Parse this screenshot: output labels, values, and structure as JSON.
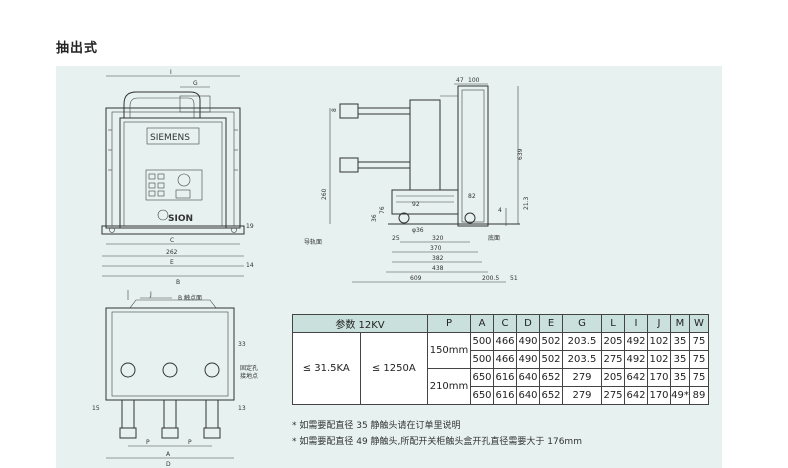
{
  "page": {
    "title": "抽出式"
  },
  "figure": {
    "front": {
      "brand": "SIEMENS",
      "model": "SION",
      "dims": {
        "I": "I",
        "G": "G",
        "C": "C",
        "B": "B",
        "E": "E",
        "d262": "262",
        "d14": "14",
        "d19": "19"
      }
    },
    "side": {
      "d47": "47",
      "d100": "100",
      "d8": "8",
      "d639": "639",
      "d260": "260",
      "d76": "76",
      "d92": "92",
      "d25": "25",
      "d36": "φ36",
      "d320": "320",
      "d370": "370",
      "d382": "382",
      "d438": "438",
      "d609": "609",
      "d2005": "200.5",
      "d51": "51",
      "d4": "4",
      "d213": "21.3",
      "d82": "82",
      "guide": "导轨面",
      "base": "底面",
      "d36b": "36"
    },
    "top": {
      "J": "J",
      "d33": "33",
      "d15": "15",
      "d13": "13",
      "P": "P",
      "A": "A",
      "D": "D",
      "label1": "B 触点面",
      "label2": "固定孔",
      "label3": "接地点"
    }
  },
  "table": {
    "headers": [
      "参数 12KV",
      "P",
      "A",
      "C",
      "D",
      "E",
      "G",
      "L",
      "I",
      "J",
      "M",
      "W"
    ],
    "current1": "≤ 31.5KA",
    "current2": "≤ 1250A",
    "groups": [
      {
        "P": "150mm",
        "rows": [
          [
            "500",
            "466",
            "490",
            "502",
            "203.5",
            "205",
            "492",
            "102",
            "35",
            "75"
          ],
          [
            "500",
            "466",
            "490",
            "502",
            "203.5",
            "275",
            "492",
            "102",
            "35",
            "75"
          ]
        ]
      },
      {
        "P": "210mm",
        "rows": [
          [
            "650",
            "616",
            "640",
            "652",
            "279",
            "205",
            "642",
            "170",
            "35",
            "75"
          ],
          [
            "650",
            "616",
            "640",
            "652",
            "279",
            "275",
            "642",
            "170",
            "49*",
            "89"
          ]
        ]
      }
    ]
  },
  "notes": [
    "* 如需要配直径 35 静触头请在订单里说明",
    "* 如需要配直径 49 静触头,所配开关柜触头盒开孔直径需要大于 176mm"
  ]
}
